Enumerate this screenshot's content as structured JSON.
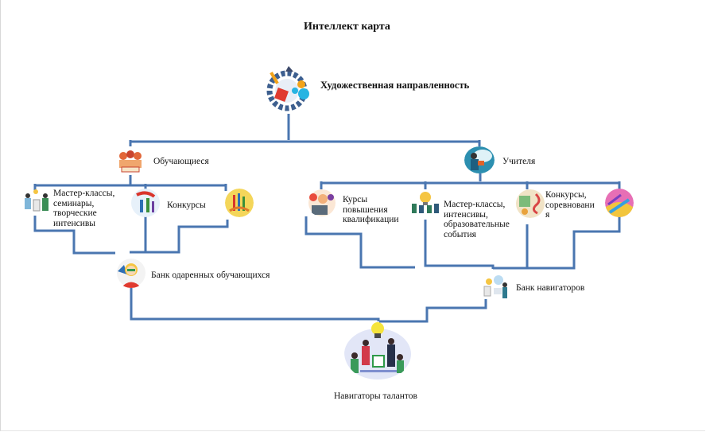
{
  "title": "Интеллект карта",
  "root": {
    "label": "Художественная направленность",
    "icon": "gear-art-icon"
  },
  "branches": [
    {
      "label": "Обучающиеся",
      "icon": "students-reading-icon",
      "children": [
        {
          "label": "Мастер-классы, семинары, творческие интенсивы",
          "lines": [
            "Мастер-классы,",
            "семинары,",
            "творческие",
            "интенсивы"
          ],
          "icon": "workshop-people-icon"
        },
        {
          "label": "Конкурсы",
          "icon": "dancers-contest-icon"
        },
        {
          "label": "",
          "icon": "art-palette-icon"
        }
      ],
      "result": {
        "label": "Банк одаренных обучающихся",
        "icon": "gifted-student-avatar-icon"
      }
    },
    {
      "label": "Учителя",
      "icon": "teacher-icon",
      "children": [
        {
          "label": "Курсы повышения квалификации",
          "lines": [
            "Курсы",
            "повышения",
            "квалификации"
          ],
          "icon": "online-course-icon"
        },
        {
          "label": "Мастер-классы, интенсивы, образовательные события",
          "lines": [
            "Мастер-классы,",
            "интенсивы,",
            "образовательные",
            "события"
          ],
          "icon": "idea-team-icon"
        },
        {
          "label": "Конкурсы, соревнования",
          "lines": [
            "Конкурсы,",
            "соревновани",
            "я"
          ],
          "icon": "music-contest-icon"
        },
        {
          "label": "",
          "icon": "colorful-art-icon"
        }
      ],
      "result": {
        "label": "Банк навигаторов",
        "icon": "navigators-bank-icon"
      }
    }
  ],
  "final": {
    "label": "Навигаторы талантов",
    "icon": "talent-navigators-team-icon"
  },
  "colors": {
    "connector": "#4a76b0",
    "text": "#111111"
  }
}
